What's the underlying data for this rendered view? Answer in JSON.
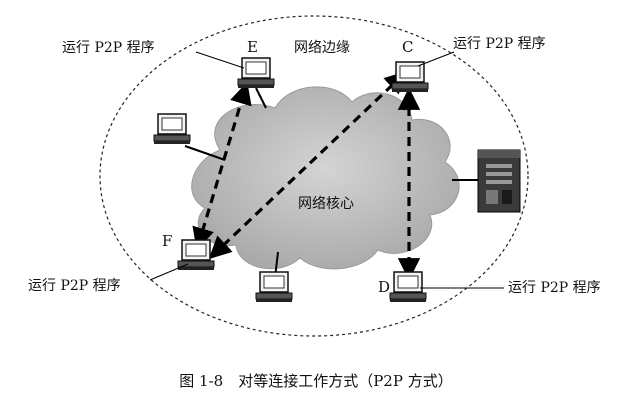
{
  "diagram": {
    "edge_label": "网络边缘",
    "core_label": "网络核心",
    "nodes": {
      "E": {
        "name": "E",
        "program": "运行 P2P 程序"
      },
      "C": {
        "name": "C",
        "program": "运行 P2P 程序"
      },
      "F": {
        "name": "F",
        "program": "运行 P2P 程序"
      },
      "D": {
        "name": "D",
        "program": "运行 P2P 程序"
      }
    },
    "caption": "图 1-8　对等连接工作方式（P2P 方式）"
  }
}
